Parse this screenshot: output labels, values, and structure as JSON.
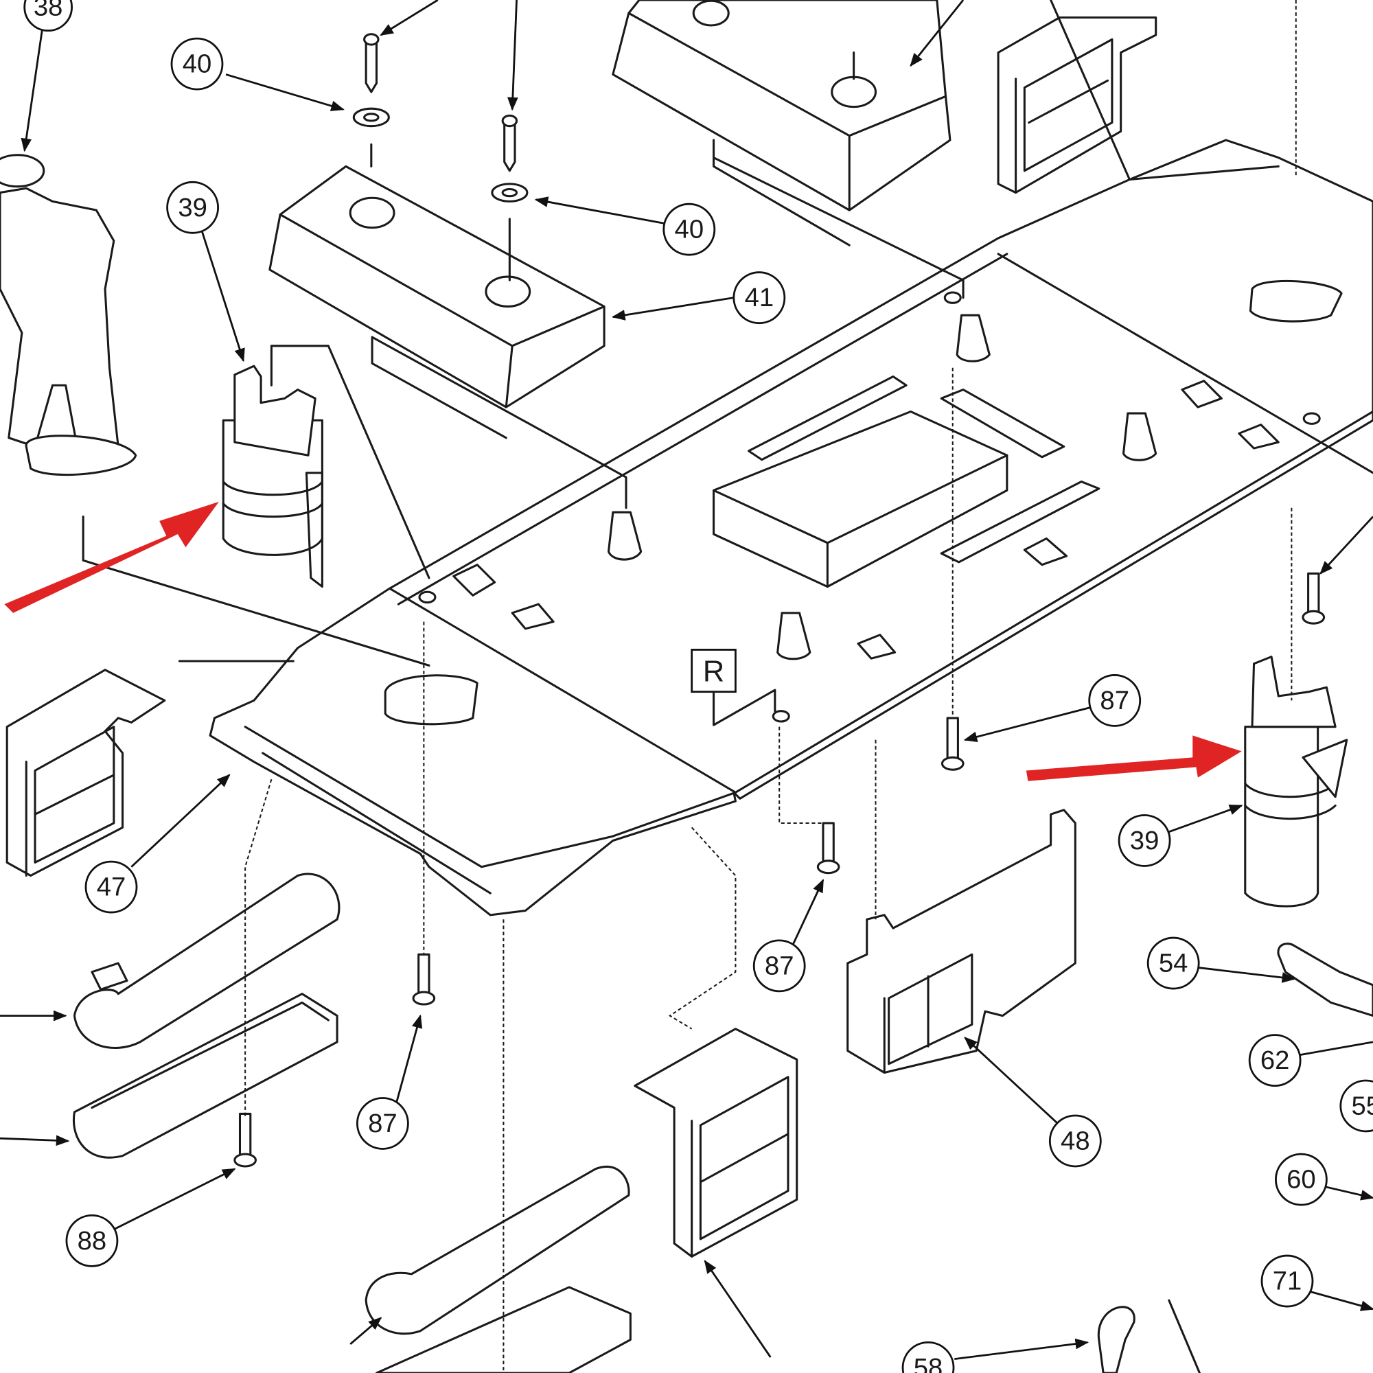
{
  "diagram": {
    "type": "exploded parts diagram",
    "highlight_color": "#e02424",
    "line_color": "#1a1a1a",
    "reference_label": "R",
    "callouts": [
      {
        "id": "c38",
        "label": "38"
      },
      {
        "id": "c40a",
        "label": "40"
      },
      {
        "id": "c39a",
        "label": "39"
      },
      {
        "id": "c40b",
        "label": "40"
      },
      {
        "id": "c41",
        "label": "41"
      },
      {
        "id": "c87a",
        "label": "87"
      },
      {
        "id": "c39b",
        "label": "39"
      },
      {
        "id": "c47",
        "label": "47"
      },
      {
        "id": "c87b",
        "label": "87"
      },
      {
        "id": "c54",
        "label": "54"
      },
      {
        "id": "c62",
        "label": "62"
      },
      {
        "id": "c55",
        "label": "55"
      },
      {
        "id": "c87c",
        "label": "87"
      },
      {
        "id": "c48",
        "label": "48"
      },
      {
        "id": "c60",
        "label": "60"
      },
      {
        "id": "c88",
        "label": "88"
      },
      {
        "id": "c71",
        "label": "71"
      },
      {
        "id": "c58",
        "label": "58"
      }
    ],
    "highlighted_parts": [
      "39",
      "39"
    ]
  }
}
